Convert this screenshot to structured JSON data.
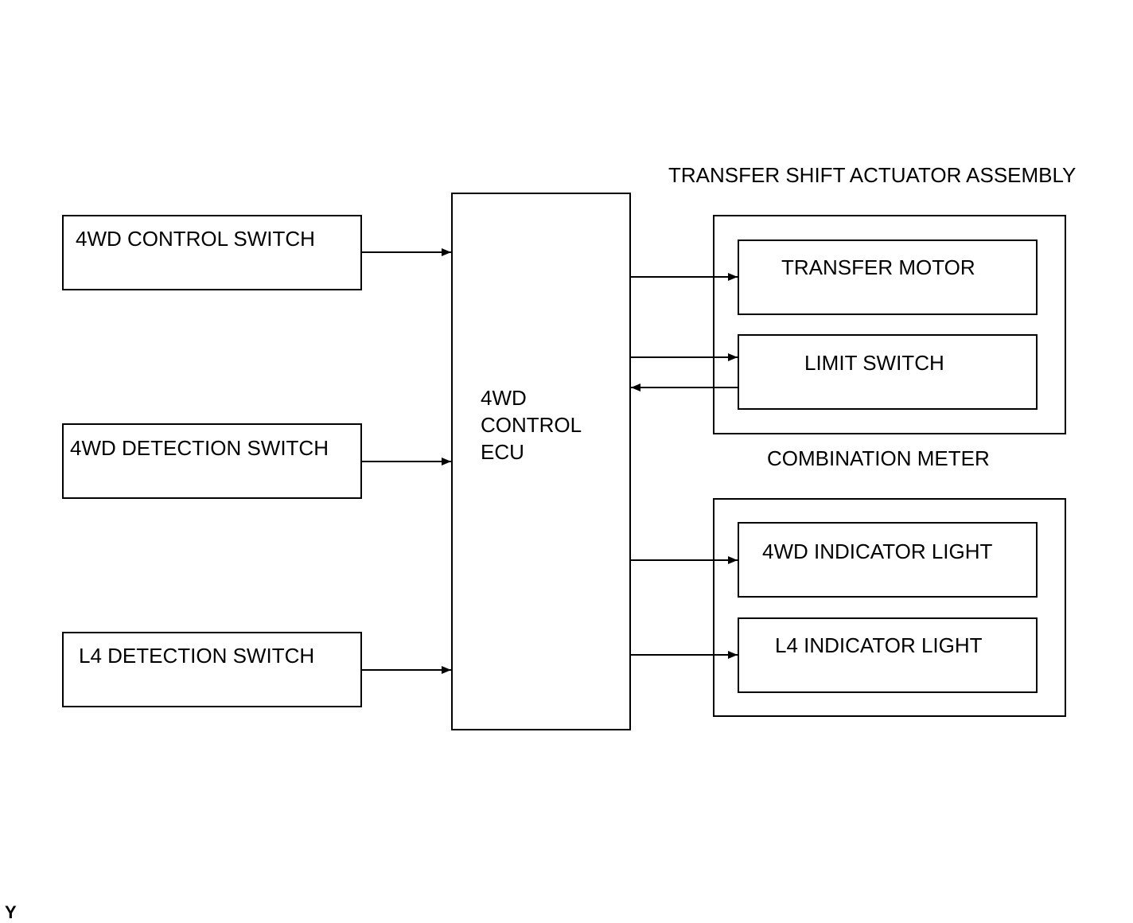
{
  "inputs": {
    "control_switch": "4WD CONTROL SWITCH",
    "detection_switch": "4WD DETECTION SWITCH",
    "l4_detection_switch": "L4 DETECTION SWITCH"
  },
  "ecu": {
    "line1": "4WD",
    "line2": "CONTROL",
    "line3": "ECU"
  },
  "actuator_group": {
    "title": "TRANSFER SHIFT ACTUATOR ASSEMBLY",
    "transfer_motor": "TRANSFER MOTOR",
    "limit_switch": "LIMIT SWITCH"
  },
  "meter_group": {
    "title": "COMBINATION METER",
    "indicator_4wd": "4WD INDICATOR LIGHT",
    "indicator_l4": "L4 INDICATOR LIGHT"
  },
  "corner_mark": "Y"
}
